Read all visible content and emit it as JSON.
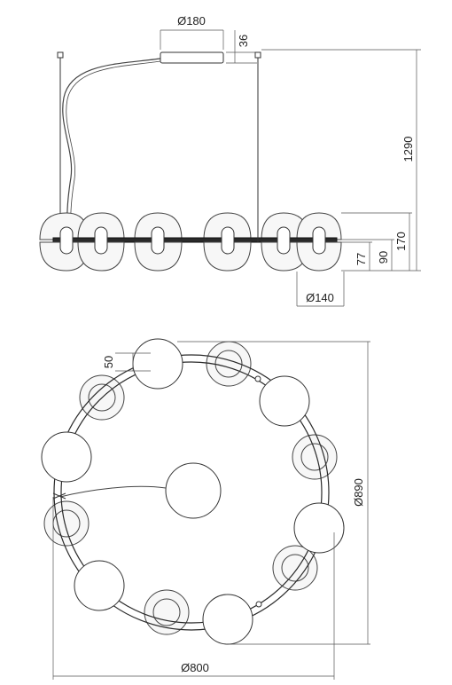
{
  "side_view": {
    "canopy_diameter": "Ø180",
    "canopy_height": "36",
    "suspension_height": "1290",
    "fixture_height": "170",
    "glass_height": "90",
    "bar_offset": "77",
    "glass_diameter": "Ø140"
  },
  "top_view": {
    "glass_width": "50",
    "outer_diameter": "Ø890",
    "ring_diameter": "Ø800"
  },
  "colors": {
    "line": "#333333",
    "dimension": "#555555",
    "ring": "#2a2a2a"
  }
}
